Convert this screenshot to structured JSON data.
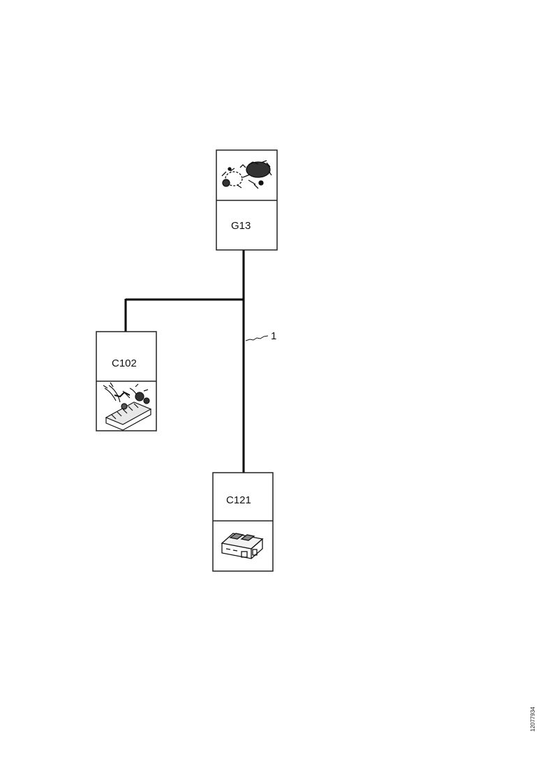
{
  "components": [
    {
      "id": "g13",
      "label": "G13",
      "icon": "ground-point-icon"
    },
    {
      "id": "c102",
      "label": "C102",
      "icon": "wiring-connector-icon"
    },
    {
      "id": "c121",
      "label": "C121",
      "icon": "connector-plug-icon"
    }
  ],
  "callouts": [
    {
      "id": "harness",
      "label": "1"
    }
  ],
  "reference": "12077934",
  "colors": {
    "wire": "#000000",
    "box_border": "#222222"
  }
}
